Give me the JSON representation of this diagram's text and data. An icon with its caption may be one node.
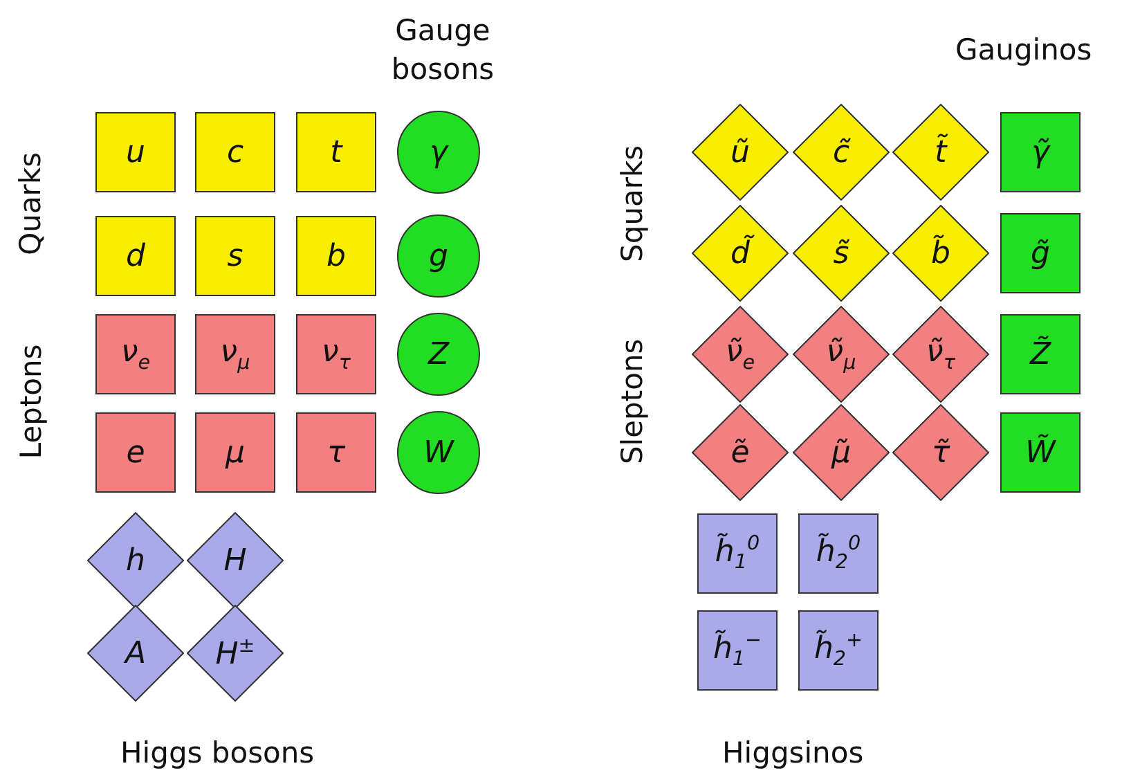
{
  "diagram": {
    "nodes": [
      {
        "text": [
          "u"
        ]
      },
      {
        "text": [
          "c"
        ]
      },
      {
        "text": [
          "t"
        ]
      },
      {
        "text": [
          "γ"
        ]
      },
      {
        "text": [
          "d"
        ]
      },
      {
        "text": [
          "s"
        ]
      },
      {
        "text": [
          "b"
        ]
      },
      {
        "text": [
          "g"
        ]
      },
      {
        "text": [
          "ν$_{e}$"
        ]
      },
      {
        "text": [
          "ν$_{μ}$"
        ]
      },
      {
        "text": [
          "ν$_{τ}$"
        ]
      },
      {
        "text": [
          "Z"
        ]
      },
      {
        "text": [
          "e"
        ]
      },
      {
        "text": [
          "μ"
        ]
      },
      {
        "text": [
          "τ"
        ]
      },
      {
        "text": [
          "W"
        ]
      },
      {
        "text": [
          "h"
        ]
      },
      {
        "text": [
          "H"
        ]
      },
      {
        "text": [
          "A"
        ]
      },
      {
        "text": [
          "H$^{±}$"
        ]
      },
      {
        "text": [
          "ũ"
        ]
      },
      {
        "text": [
          "c̃"
        ]
      },
      {
        "text": [
          "t̃"
        ]
      },
      {
        "text": [
          "γ̃"
        ]
      },
      {
        "text": [
          "d̃"
        ]
      },
      {
        "text": [
          "s̃"
        ]
      },
      {
        "text": [
          "b̃"
        ]
      },
      {
        "text": [
          "g̃"
        ]
      },
      {
        "text": [
          "ν̃$_{e}$"
        ]
      },
      {
        "text": [
          "ν̃$_{μ}$"
        ]
      },
      {
        "text": [
          "ν̃$_{τ}$"
        ]
      },
      {
        "text": [
          "Z̃"
        ]
      },
      {
        "text": [
          "ẽ"
        ]
      },
      {
        "text": [
          "μ̃"
        ]
      },
      {
        "text": [
          "τ̃"
        ]
      },
      {
        "text": [
          "W̃"
        ]
      },
      {
        "text": [
          "h̃$_{1}$$^{0}$"
        ]
      },
      {
        "text": [
          "h̃$_{2}$$^{0}$"
        ]
      },
      {
        "text": [
          "h̃$_{1}$$^{−}$"
        ]
      },
      {
        "text": [
          "h̃$_{2}$$^{+}$"
        ]
      }
    ],
    "labels": [
      "Gauge bosons",
      "Gauginos",
      "Quarks",
      "Squarks",
      "Leptons",
      "Sleptons",
      "Higgs bosons",
      "Higgsinos"
    ]
  }
}
